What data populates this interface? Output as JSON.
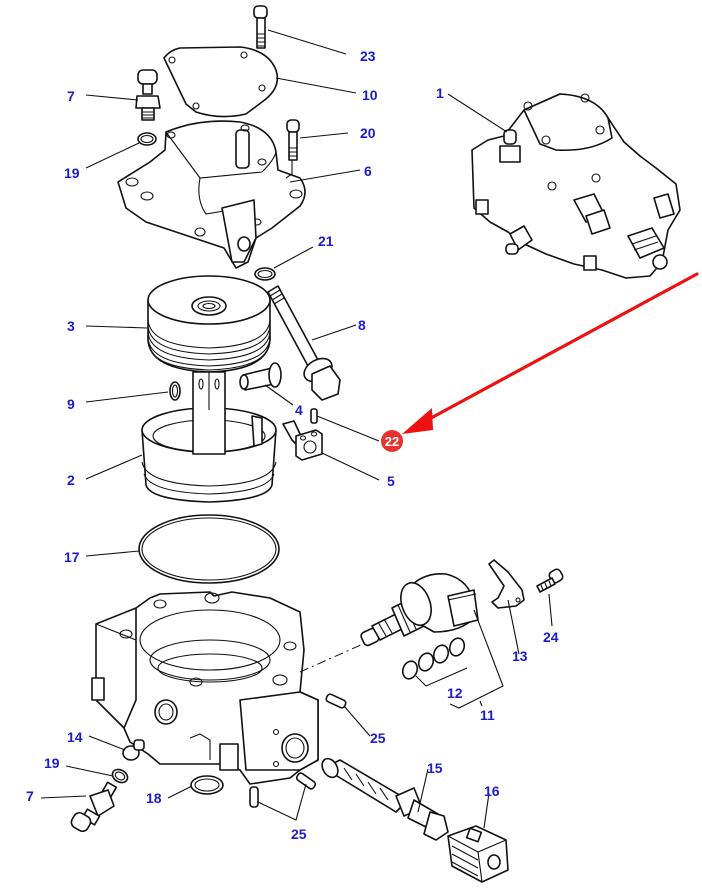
{
  "diagram": {
    "type": "exploded-parts-diagram",
    "subject": "hydraulic control valve assembly",
    "colors": {
      "callout_text": "#1c1ccc",
      "linework": "#111111",
      "highlight": "#e8312e",
      "arrow": "#ee1111",
      "background": "#ffffff"
    },
    "callouts": [
      {
        "id": "c23",
        "label": "23"
      },
      {
        "id": "c7a",
        "label": "7"
      },
      {
        "id": "c10",
        "label": "10"
      },
      {
        "id": "c1",
        "label": "1"
      },
      {
        "id": "c20",
        "label": "20"
      },
      {
        "id": "c19a",
        "label": "19"
      },
      {
        "id": "c6",
        "label": "6"
      },
      {
        "id": "c21",
        "label": "21"
      },
      {
        "id": "c3",
        "label": "3"
      },
      {
        "id": "c8",
        "label": "8"
      },
      {
        "id": "c9",
        "label": "9"
      },
      {
        "id": "c4",
        "label": "4"
      },
      {
        "id": "c2",
        "label": "2"
      },
      {
        "id": "c5",
        "label": "5"
      },
      {
        "id": "c17",
        "label": "17"
      },
      {
        "id": "c24",
        "label": "24"
      },
      {
        "id": "c13",
        "label": "13"
      },
      {
        "id": "c12",
        "label": "12"
      },
      {
        "id": "c11",
        "label": "11"
      },
      {
        "id": "c14",
        "label": "14"
      },
      {
        "id": "c25a",
        "label": "25"
      },
      {
        "id": "c19b",
        "label": "19"
      },
      {
        "id": "c15",
        "label": "15"
      },
      {
        "id": "c16",
        "label": "16"
      },
      {
        "id": "c7b",
        "label": "7"
      },
      {
        "id": "c18",
        "label": "18"
      },
      {
        "id": "c25b",
        "label": "25"
      }
    ],
    "highlighted_part": {
      "label": "22",
      "indicator": "red-arrow"
    }
  }
}
